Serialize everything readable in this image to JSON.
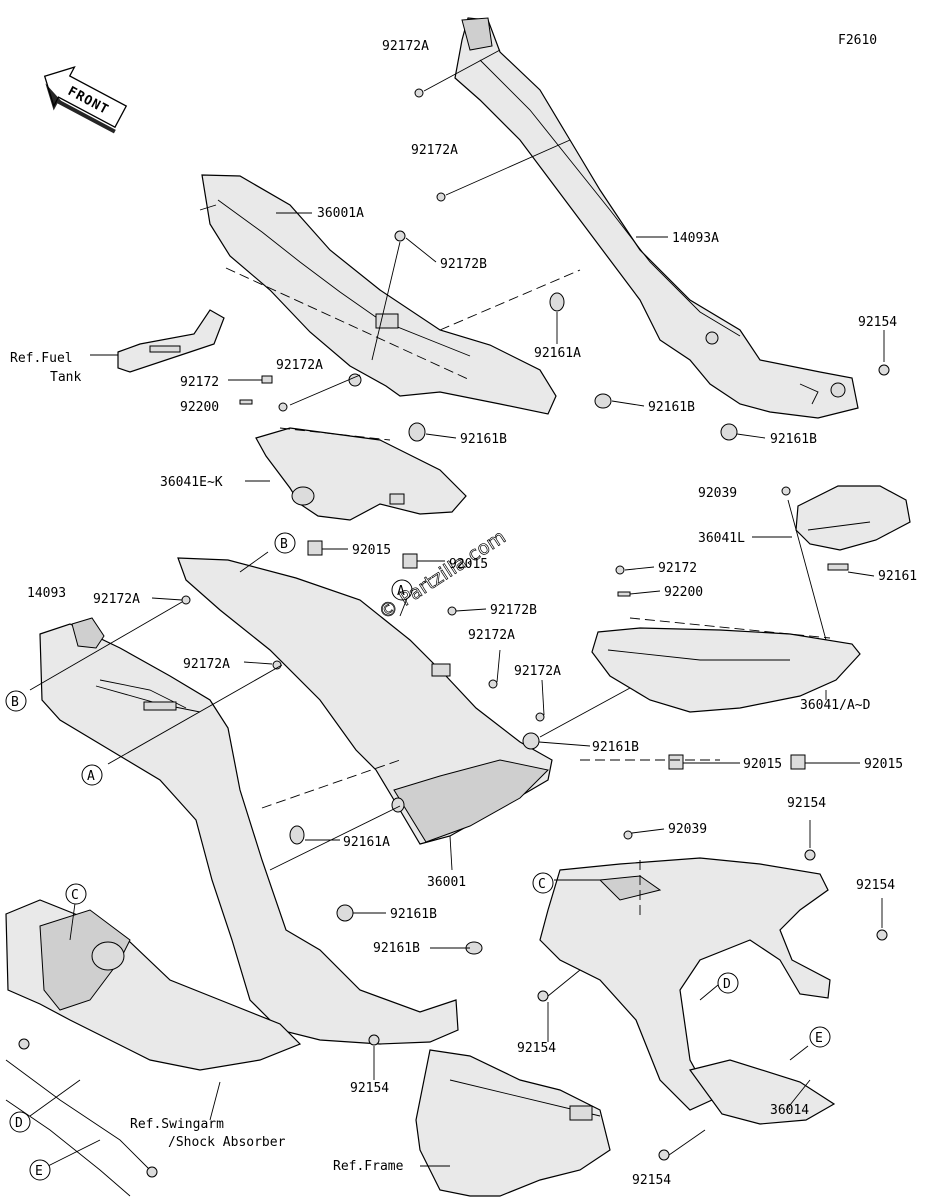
{
  "diagram_id": "F2610",
  "front_label": "FRONT",
  "watermark": "© Partzilla.com",
  "labels": [
    {
      "key": "l01",
      "text": "92172A"
    },
    {
      "key": "l02",
      "text": "92172A"
    },
    {
      "key": "l03",
      "text": "36001A"
    },
    {
      "key": "l04",
      "text": "14093A"
    },
    {
      "key": "l05",
      "text": "92172B"
    },
    {
      "key": "l06",
      "text": "92154"
    },
    {
      "key": "l07",
      "text": "92161A"
    },
    {
      "key": "l08",
      "text": "92172A"
    },
    {
      "key": "l09",
      "text": "92172"
    },
    {
      "key": "l10",
      "text": "92200"
    },
    {
      "key": "l11",
      "text": "92161B"
    },
    {
      "key": "l12",
      "text": "92161B"
    },
    {
      "key": "l13",
      "text": "92161B"
    },
    {
      "key": "l14",
      "text": "36041E~K"
    },
    {
      "key": "l15",
      "text": "92015"
    },
    {
      "key": "l16",
      "text": "92015"
    },
    {
      "key": "l17",
      "text": "92039"
    },
    {
      "key": "l18",
      "text": "36041L"
    },
    {
      "key": "l19",
      "text": "92161"
    },
    {
      "key": "l20",
      "text": "14093"
    },
    {
      "key": "l21",
      "text": "92172A"
    },
    {
      "key": "l22",
      "text": "92172B"
    },
    {
      "key": "l23",
      "text": "92172A"
    },
    {
      "key": "l24",
      "text": "92172A"
    },
    {
      "key": "l25",
      "text": "92172"
    },
    {
      "key": "l26",
      "text": "92200"
    },
    {
      "key": "l27",
      "text": "92172A"
    },
    {
      "key": "l28",
      "text": "36041/A~D"
    },
    {
      "key": "l29",
      "text": "92161B"
    },
    {
      "key": "l30",
      "text": "92015"
    },
    {
      "key": "l31",
      "text": "92015"
    },
    {
      "key": "l32",
      "text": "92161A"
    },
    {
      "key": "l33",
      "text": "36001"
    },
    {
      "key": "l34",
      "text": "92154"
    },
    {
      "key": "l35",
      "text": "92039"
    },
    {
      "key": "l36",
      "text": "92154"
    },
    {
      "key": "l37",
      "text": "92161B"
    },
    {
      "key": "l38",
      "text": "92161B"
    },
    {
      "key": "l39",
      "text": "92154"
    },
    {
      "key": "l40",
      "text": "92154"
    },
    {
      "key": "l41",
      "text": "36014"
    },
    {
      "key": "l42",
      "text": "92154"
    }
  ],
  "references": {
    "fuel_tank_line1": "Ref.Fuel",
    "fuel_tank_line2": "Tank",
    "swingarm_line1": "Ref.Swingarm",
    "swingarm_line2": "/Shock Absorber",
    "frame": "Ref.Frame"
  },
  "callouts": [
    "A",
    "B",
    "C",
    "D",
    "E"
  ]
}
